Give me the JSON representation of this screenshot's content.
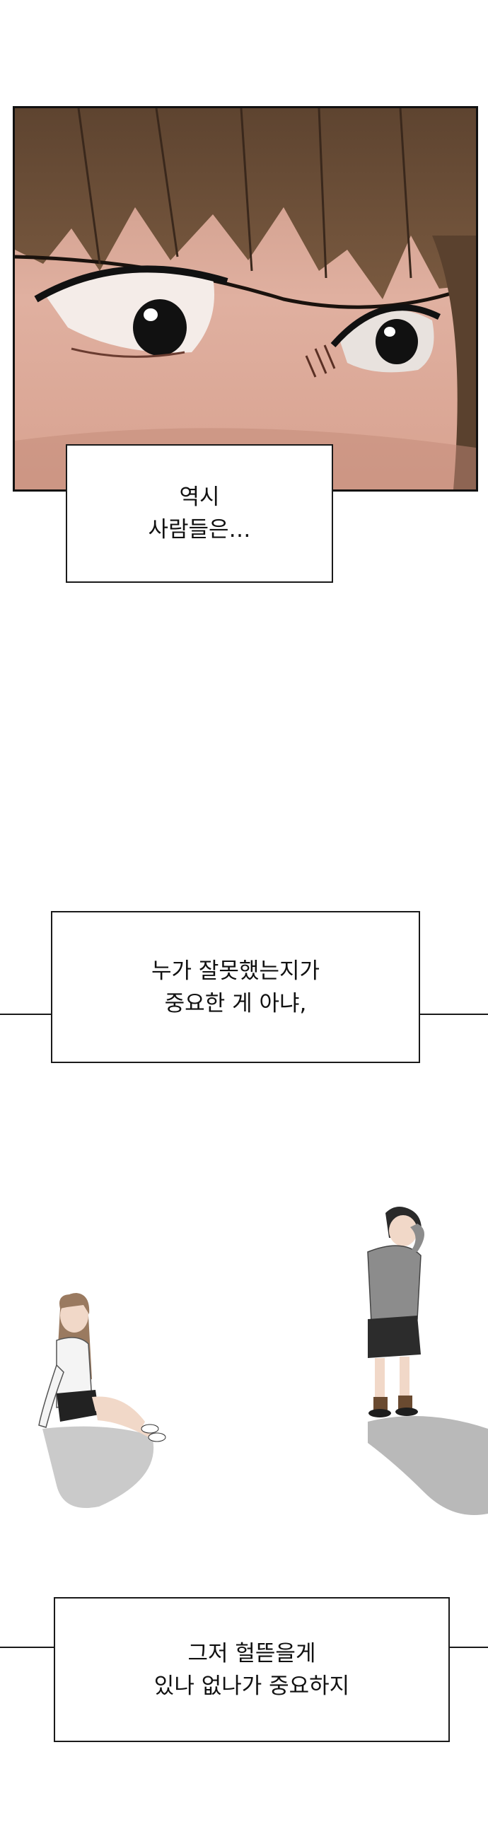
{
  "captions": {
    "first": {
      "line1": "역시",
      "line2": "사람들은…"
    },
    "second": {
      "line1": "누가 잘못했는지가",
      "line2": "중요한 게 아냐,"
    },
    "third": {
      "line1": "그저 헐뜯을게",
      "line2": "있나 없나가 중요하지"
    }
  },
  "colors": {
    "panel_border": "#111111",
    "hair": "#6b5038",
    "skin": "#d9a898",
    "caption_border": "#1a1a1a",
    "shadow": "#9a9a9a"
  }
}
